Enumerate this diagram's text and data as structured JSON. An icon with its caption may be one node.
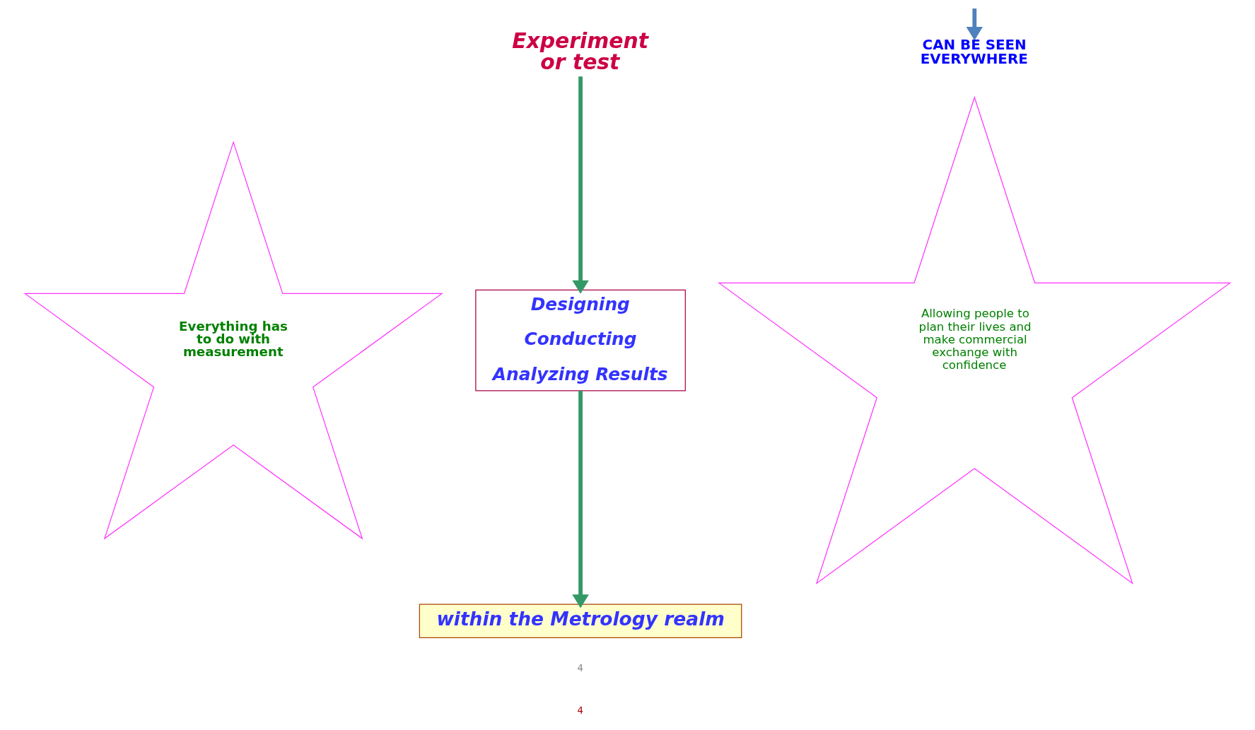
{
  "diagram": {
    "nodes": [
      {
        "text": [
          "Everything has to do with measurement"
        ]
      },
      {
        "text": [
          "Experiment or test"
        ]
      },
      {
        "text": [
          "Designing",
          "Conducting",
          "Analyzing Results"
        ]
      },
      {
        "text": [
          "within the Metrology realm"
        ]
      },
      {
        "text": [
          "CAN BE SEEN EVERYWHERE"
        ]
      },
      {
        "text": [
          "Allowing people to plan their lives and make commercial exchange with confidence"
        ]
      }
    ],
    "edges": [
      {
        "from": 1,
        "to": 2,
        "arrow": "to"
      },
      {
        "from": 2,
        "to": 3,
        "arrow": "to"
      },
      {
        "from": null,
        "to": 4,
        "arrow": "to",
        "color": "#4f81bd"
      }
    ],
    "labels": [
      "4",
      "4"
    ]
  }
}
